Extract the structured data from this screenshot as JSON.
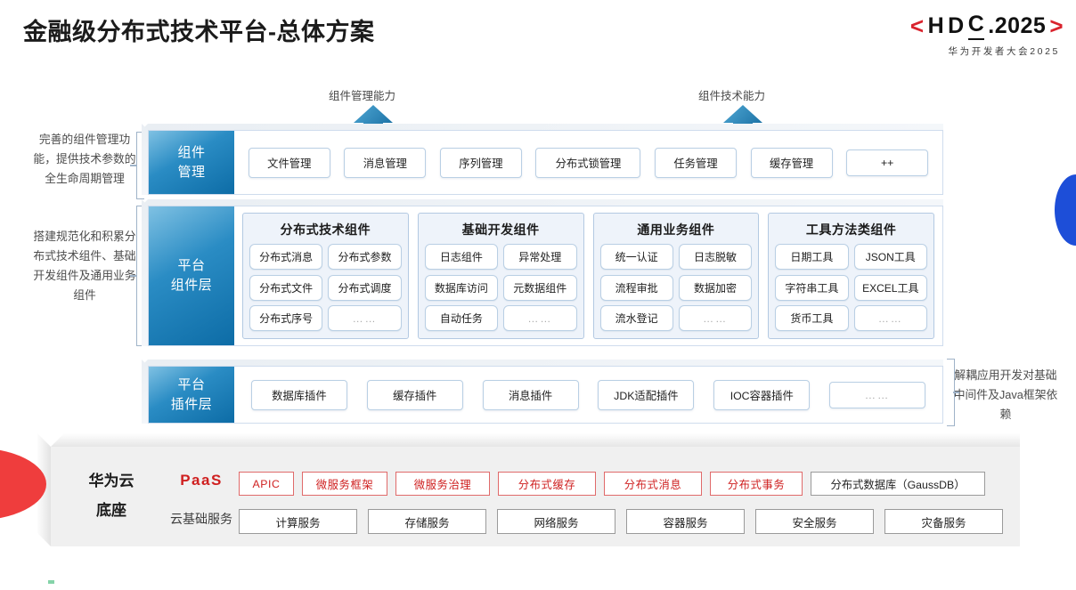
{
  "header": {
    "title": "金融级分布式技术平台-总体方案",
    "logo": {
      "bracket_left": "<",
      "bracket_right": ">",
      "text_h": "H",
      "text_d": "D",
      "text_c": "C",
      "text_rest": ".2025",
      "main": "HDC.2025",
      "subtitle": "华为开发者大会2025",
      "accent_color": "#d9232d"
    }
  },
  "callouts": {
    "arrow_left_label": "组件管理能力",
    "arrow_right_label": "组件技术能力"
  },
  "side_notes": {
    "left_top": "完善的组件管理功能，提供技术参数的全生命周期管理",
    "left_bottom": "搭建规范化和积累分布式技术组件、基础开发组件及通用业务组件",
    "right": "解耦应用开发对基础中间件及Java框架依赖"
  },
  "layers": [
    {
      "label": "组件\n管理",
      "label_line1": "组件",
      "label_line2": "管理",
      "items": [
        "文件管理",
        "消息管理",
        "序列管理",
        "分布式锁管理",
        "任务管理",
        "缓存管理",
        "++"
      ]
    },
    {
      "label_line1": "平台",
      "label_line2": "组件层",
      "groups": [
        {
          "title": "分布式技术组件",
          "cells": [
            "分布式消息",
            "分布式参数",
            "分布式文件",
            "分布式调度",
            "分布式序号",
            "……"
          ]
        },
        {
          "title": "基础开发组件",
          "cells": [
            "日志组件",
            "异常处理",
            "数据库访问",
            "元数据组件",
            "自动任务",
            "……"
          ]
        },
        {
          "title": "通用业务组件",
          "cells": [
            "统一认证",
            "日志脱敏",
            "流程审批",
            "数据加密",
            "流水登记",
            "……"
          ]
        },
        {
          "title": "工具方法类组件",
          "cells": [
            "日期工具",
            "JSON工具",
            "字符串工具",
            "EXCEL工具",
            "货币工具",
            "……"
          ]
        }
      ]
    },
    {
      "label_line1": "平台",
      "label_line2": "插件层",
      "items": [
        "数据库插件",
        "缓存插件",
        "消息插件",
        "JDK适配插件",
        "IOC容器插件",
        "……"
      ]
    }
  ],
  "paas": {
    "title_line1": "华为云",
    "title_line2": "底座",
    "paas_label": "PaaS",
    "paas_label_color": "#cf2020",
    "base_label": "云基础服务",
    "paas_items": [
      {
        "label": "APIC",
        "style": "red"
      },
      {
        "label": "微服务框架",
        "style": "red"
      },
      {
        "label": "微服务治理",
        "style": "red"
      },
      {
        "label": "分布式缓存",
        "style": "red"
      },
      {
        "label": "分布式消息",
        "style": "red"
      },
      {
        "label": "分布式事务",
        "style": "red"
      },
      {
        "label": "分布式数据库（GaussDB）",
        "style": "neutral"
      }
    ],
    "base_items": [
      "计算服务",
      "存储服务",
      "网络服务",
      "容器服务",
      "安全服务",
      "灾备服务"
    ]
  },
  "decor": {
    "red_shape": "red-quarter-circle",
    "blue_shape": "blue-half-circle"
  }
}
